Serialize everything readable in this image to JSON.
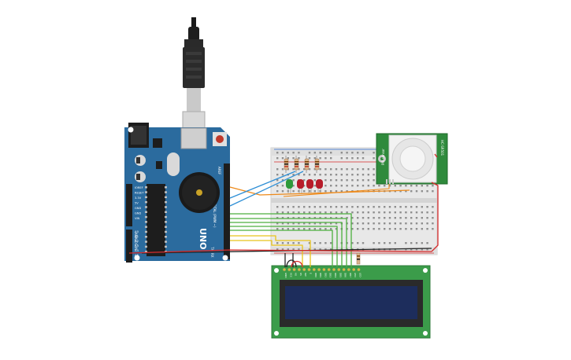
{
  "arduino": {
    "model": "UNO",
    "digital_label": "DIGITAL (PWM ~)",
    "power_labels": [
      "IOREF",
      "RESET",
      "3.3V",
      "5V",
      "GND",
      "GND",
      "VIN"
    ],
    "analog_labels": [
      "A0",
      "A1",
      "A2",
      "A3",
      "A4",
      "A5"
    ],
    "analog_title": "ANALOG IN",
    "tx_label": "TX",
    "rx_label": "RX",
    "aref_label": "AREF"
  },
  "pir_sensor": {
    "left_label": "PIR sensor",
    "right_label": "HC-SR501",
    "pin_labels": [
      "GND",
      "OUT",
      "VCC"
    ]
  },
  "lcd": {
    "pin_labels": [
      "GND",
      "VCC",
      "VO",
      "RS",
      "RW",
      "E",
      "DB0",
      "DB1",
      "DB2",
      "DB3",
      "DB4",
      "DB5",
      "DB6",
      "DB7",
      "LED",
      "LED"
    ]
  },
  "colors": {
    "arduino_board": "#2b6b9e",
    "breadboard": "#e8e8e8",
    "pir_board": "#2f8a3c",
    "lcd_board": "#3b9c4a",
    "lcd_screen": "#1d2d5c",
    "wire_red": "#d62b2b",
    "wire_black": "#222222",
    "wire_green": "#4caf3d",
    "wire_yellow": "#e8c31a",
    "wire_orange": "#ee8a1a",
    "wire_blue": "#2e8fd6",
    "led_red": "#b71c2a",
    "led_green": "#2e9a3a"
  }
}
